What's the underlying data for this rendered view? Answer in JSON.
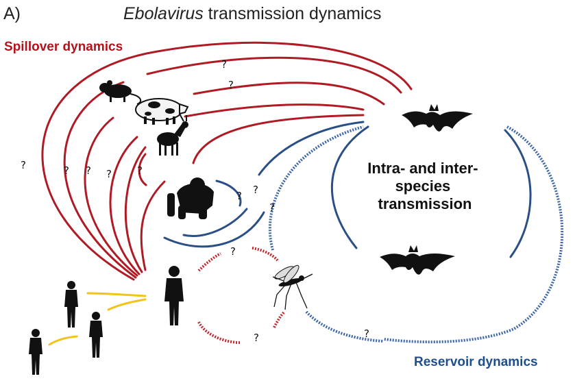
{
  "panel_label": "A)",
  "title": {
    "italic_part": "Ebolavirus",
    "rest": " transmission dynamics"
  },
  "sections": {
    "spillover": "Spillover dynamics",
    "reservoir": "Reservoir dynamics"
  },
  "center_label": [
    "Intra- and inter-",
    "species",
    "transmission"
  ],
  "unknown_marker": "?",
  "colors": {
    "spillover": "#b01a24",
    "reservoir": "#2a4f86",
    "human_to_human": "#f2c318"
  },
  "icons": [
    "rodent-icon",
    "pig-icon",
    "antelope-icon",
    "ape-icon",
    "bat-icon",
    "mosquito-icon",
    "human-icon"
  ]
}
